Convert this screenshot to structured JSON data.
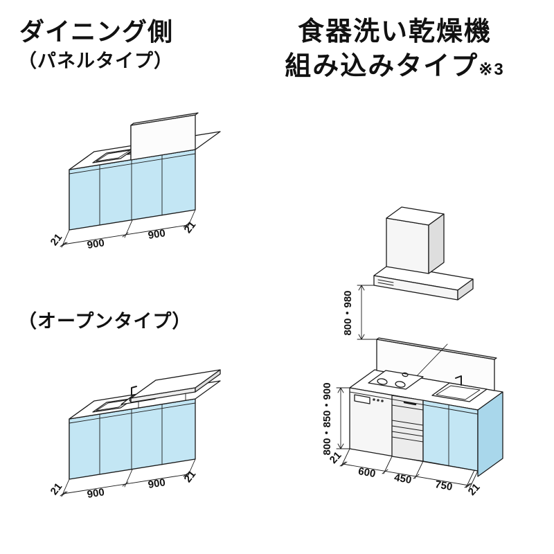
{
  "headings": {
    "left_title": "ダイニング側",
    "left_subtitle": "（パネルタイプ）",
    "open_label": "（オープンタイプ）",
    "right_line1": "食器洗い乾燥機",
    "right_line2": "組み込みタイプ",
    "right_line2_note": "※3"
  },
  "dim_chains": {
    "panel_type": [
      "21",
      "900",
      "900",
      "21"
    ],
    "open_type": [
      "21",
      "900",
      "900",
      "21"
    ],
    "dishwasher": [
      "21",
      "600",
      "450",
      "750",
      "21"
    ]
  },
  "vertical_dims": {
    "hood_height": "800・980",
    "counter_height": "800・850・900"
  },
  "colors": {
    "cabinet_blue": "#c3e6f4",
    "cabinet_blue_dark": "#a9d7eb",
    "outline": "#1a1a1a"
  }
}
